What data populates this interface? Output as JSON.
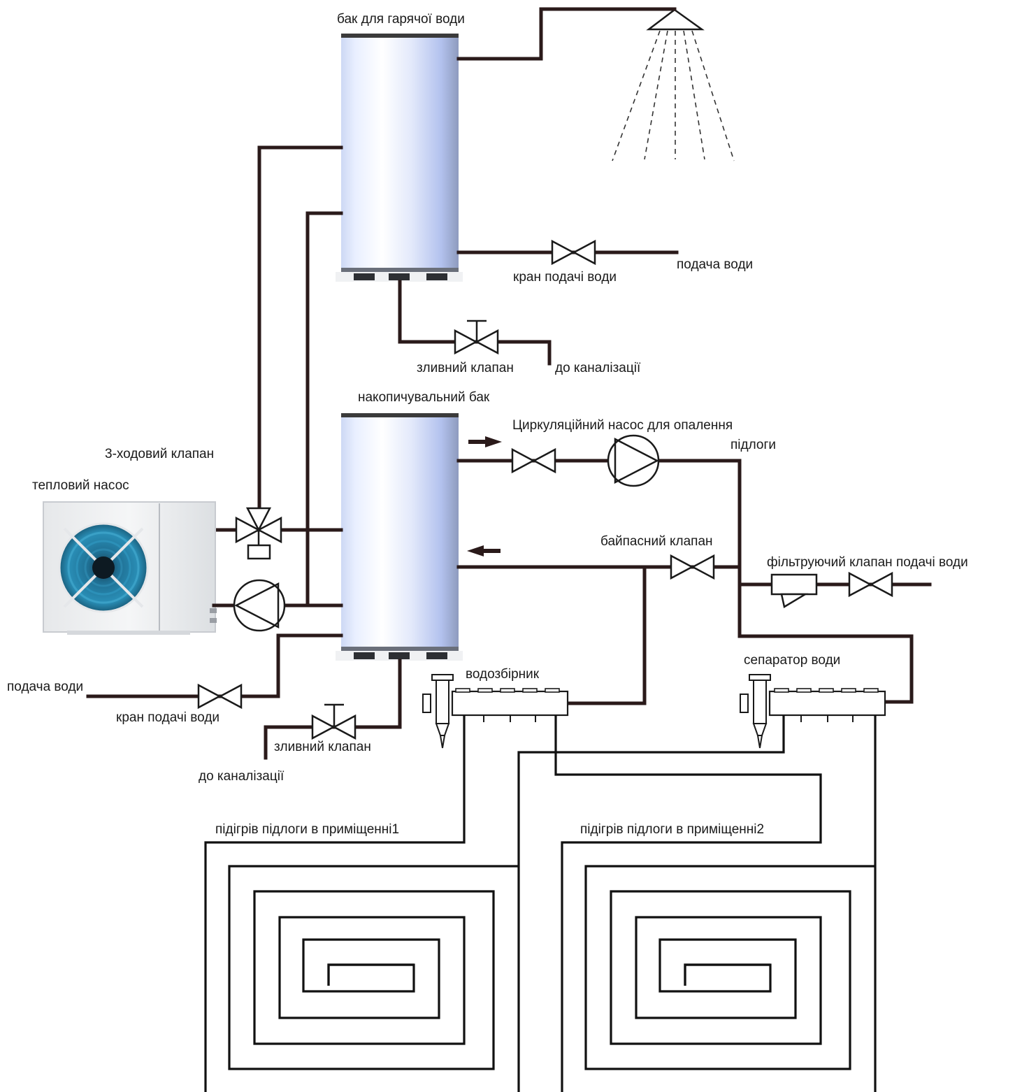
{
  "labels": {
    "hot_tank": "бак для гарячої води",
    "supply_valve_top": "кран подачі води",
    "water_supply_top": "подача води",
    "drain_valve_top": "зливний клапан",
    "to_sewer_top": "до каналізації",
    "buffer_tank": "накопичувальний бак",
    "circ_pump_line1": "Циркуляційний насос для опалення",
    "circ_pump_line2": "підлоги",
    "three_way_valve": "3-ходовий клапан",
    "heat_pump": "тепловий насос",
    "bypass_valve": "байпасний клапан",
    "filter_valve": "фільтруючий клапан подачі води",
    "separator": "сепаратор води",
    "collector": "водозбірник",
    "water_supply_bottom": "подача води",
    "supply_valve_bottom": "кран подачі води",
    "drain_valve_bottom": "зливний клапан",
    "to_sewer_bottom": "до каналізації",
    "room1": "підігрів підлоги в приміщенні1",
    "room2": "підігрів підлоги в приміщенні2"
  },
  "colors": {
    "pipe": "#2a1a1a",
    "tank_light": "#ffffff",
    "tank_blue": "#b7c6f0",
    "tank_dark": "#8e9bbe",
    "fan_blue": "#1f7fa6"
  },
  "icons": [
    "shower-head-icon",
    "gate-valve-icon",
    "drain-valve-icon",
    "three-way-valve-icon",
    "circulation-pump-icon",
    "flow-arrow-icon",
    "filter-icon",
    "fan-icon"
  ]
}
